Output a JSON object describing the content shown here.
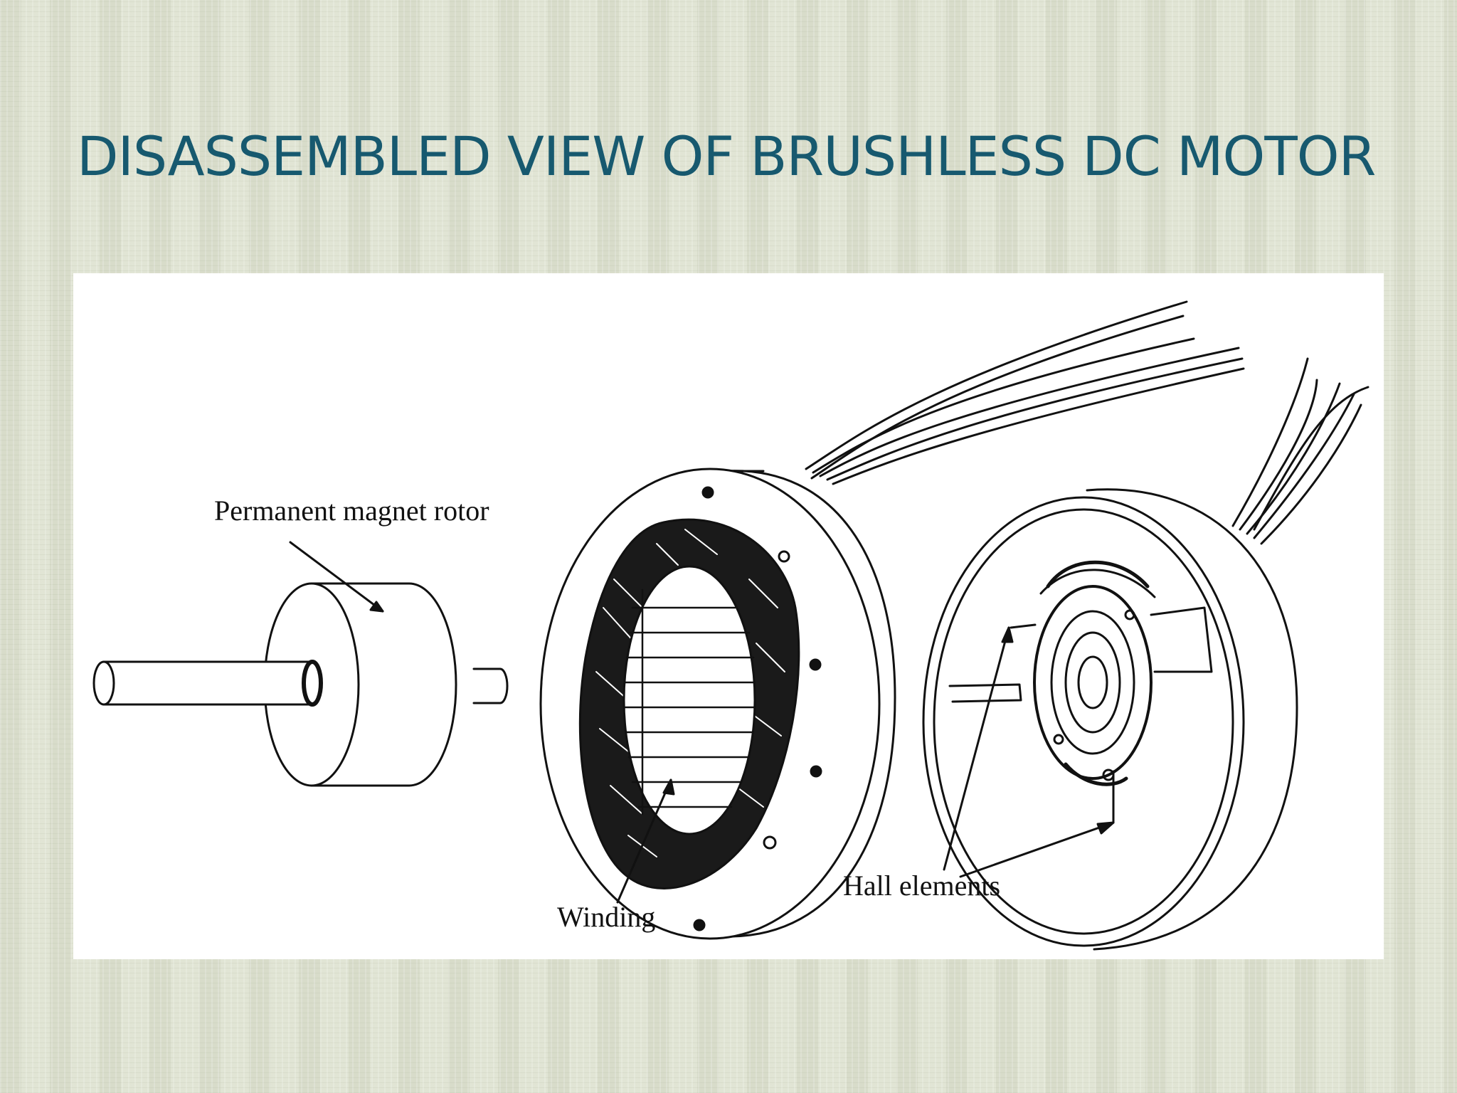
{
  "slide": {
    "title": "DISASSEMBLED VIEW OF BRUSHLESS  DC MOTOR"
  },
  "diagram": {
    "labels": {
      "rotor": "Permanent magnet rotor",
      "winding": "Winding",
      "hall": "Hall elements"
    }
  },
  "colors": {
    "title": "#17596f",
    "background": "#dfe3d2",
    "ink": "#111111"
  }
}
